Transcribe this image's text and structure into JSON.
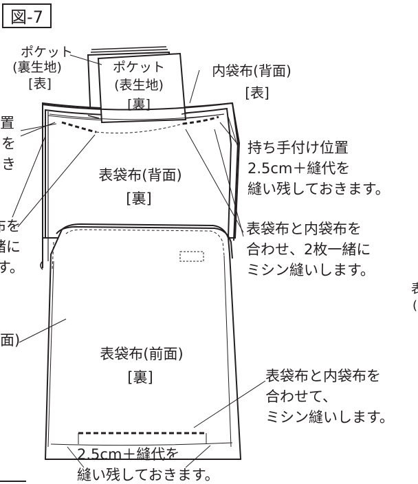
{
  "figure_label": "図-7",
  "labels": {
    "pocket_lining": [
      "ポケット",
      "(裏生地)",
      "[表]"
    ],
    "pocket_outer": [
      "ポケット",
      "(表生地)",
      "[裏]"
    ],
    "inner_back": [
      "内袋布(背面)",
      "[表]"
    ],
    "outer_back": [
      "表袋布(背面)",
      "[裏]"
    ],
    "outer_front": [
      "表袋布(前面)",
      "[裏]"
    ],
    "handle_note": [
      "持ち手付け位置",
      "2.5cm＋縫代を",
      "縫い残しておきます。"
    ],
    "sew_back_note": [
      "表袋布と内袋布を",
      "合わせ、2枚一緒に",
      "ミシン縫いします。"
    ],
    "sew_front_note": [
      "表袋布と内袋布を",
      "合わせて、",
      "ミシン縫いします。"
    ],
    "bottom_note": [
      "2.5cm＋縫代を",
      "縫い残しておきます。"
    ],
    "left_cut_1": [
      "置",
      "を",
      "き"
    ],
    "left_cut_2": [
      "布を",
      "緒に",
      "ます。"
    ],
    "left_cut_3": "面)",
    "right_cut": [
      "表",
      "("
    ]
  },
  "colors": {
    "line": "#231f20",
    "background": "#ffffff"
  }
}
